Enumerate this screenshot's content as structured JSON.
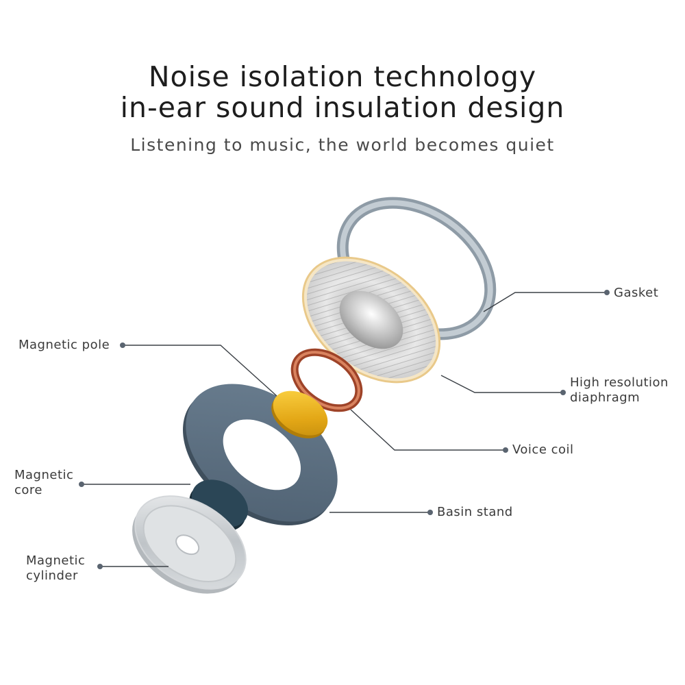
{
  "header": {
    "title_line1": "Noise isolation technology",
    "title_line2": "in-ear sound insulation design",
    "subtitle": "Listening to music, the world becomes quiet"
  },
  "labels": {
    "gasket": "Gasket",
    "diaphragm_line1": "High resolution",
    "diaphragm_line2": "diaphragm",
    "magnetic_pole": "Magnetic pole",
    "voice_coil": "Voice coil",
    "magnetic_core_line1": "Magnetic",
    "magnetic_core_line2": "core",
    "basin_stand": "Basin stand",
    "magnetic_cylinder_line1": "Magnetic",
    "magnetic_cylinder_line2": "cylinder"
  },
  "colors": {
    "leader_line": "#3b4046",
    "leader_dot": "#5a6470",
    "gasket": "#9aa7b3",
    "voice_coil": "#b5553a",
    "magnetic_pole": "#e8b320",
    "basin_stand": "#5d6f80",
    "magnetic_core": "#284251",
    "magnetic_cylinder": "#c9cdd1"
  }
}
